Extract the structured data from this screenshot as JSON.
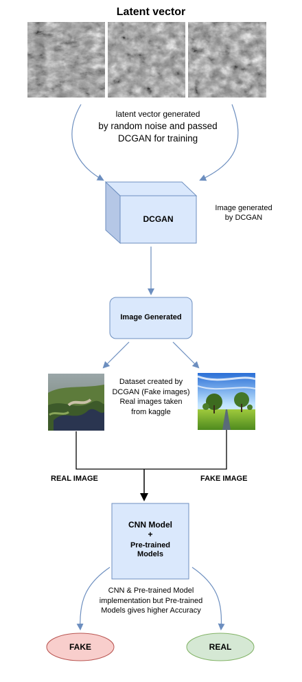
{
  "title": "Latent vector",
  "latent_note": [
    "latent vector generated",
    "by random noise and passed",
    "DCGAN for training"
  ],
  "dcgan": {
    "label": "DCGAN",
    "note": [
      "Image generated",
      "by DCGAN"
    ]
  },
  "image_generated": {
    "label": "Image Generated"
  },
  "dataset_note": [
    "Dataset created by",
    "DCGAN (Fake images)",
    "Real images taken",
    "from kaggle"
  ],
  "real_image_label": "REAL IMAGE",
  "fake_image_label": "FAKE IMAGE",
  "cnn": {
    "line1": "CNN Model",
    "line2": "+",
    "line3": "Pre-trained",
    "line4": "Models"
  },
  "cnn_note": [
    "CNN & Pre-trained Model",
    "implementation but Pre-trained",
    "Models gives higher Accuracy"
  ],
  "outputs": {
    "fake": "FAKE",
    "real": "REAL"
  },
  "colors": {
    "box_fill": "#dae8fc",
    "box_stroke": "#6c8ebf",
    "cube_side": "#b5c7e6",
    "arrow": "#6c8ebf",
    "fake_fill": "#f8cecc",
    "fake_stroke": "#b85450",
    "real_fill": "#d5e8d4",
    "real_stroke": "#82b366"
  }
}
